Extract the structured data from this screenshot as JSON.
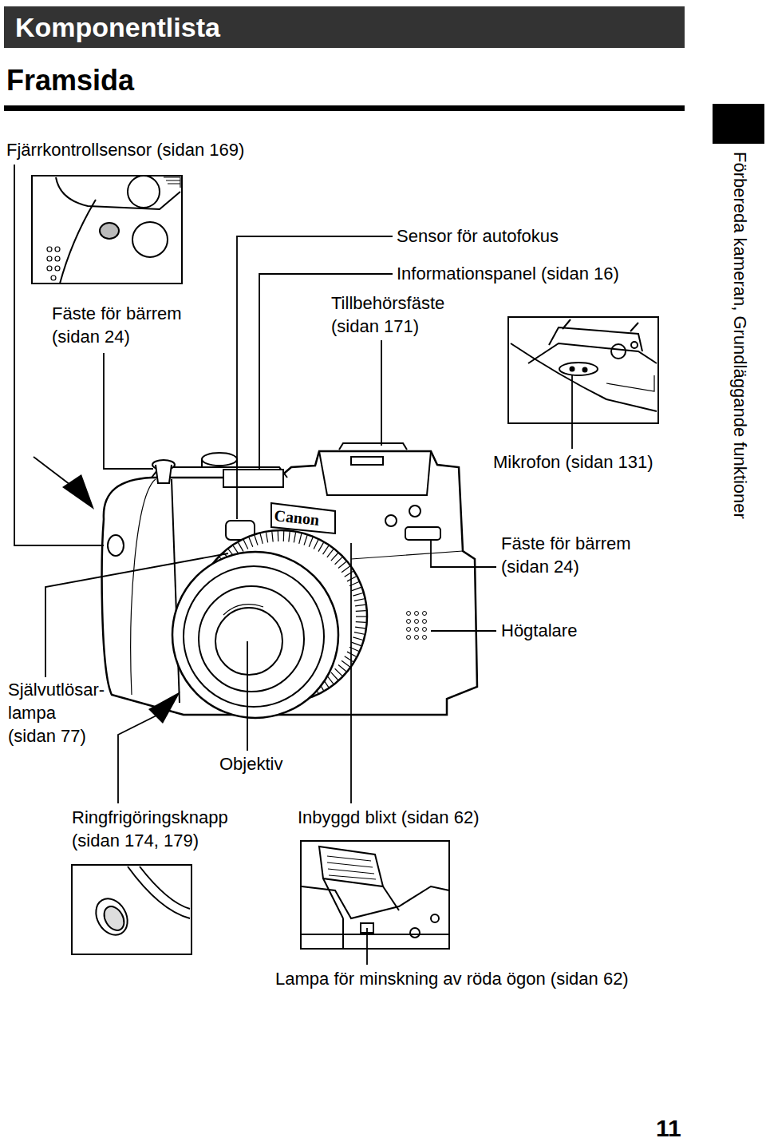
{
  "diagram": {
    "title": "Framsida",
    "nodes": [
      {
        "text": [
          "Komponentlista"
        ]
      }
    ],
    "labels": [
      "Fjärrkontrollsensor (sidan 169)",
      "Fäste för bärrem (sidan 24)",
      "Sensor för autofokus",
      "Informationspanel (sidan 16)",
      "Tillbehörsfäste (sidan 171)",
      "Mikrofon (sidan 131)",
      "Fäste för bärrem (sidan 24)",
      "Högtalare",
      "Självutlösar- lampa (sidan 77)",
      "Objektiv",
      "Ringfrigöringsknapp (sidan 174, 179)",
      "Inbyggd blixt (sidan 62)",
      "Lampa för minskning av röda ögon (sidan 62)",
      "Förbereda kameran, Grundläggande funktioner",
      "Canon",
      "11"
    ]
  }
}
